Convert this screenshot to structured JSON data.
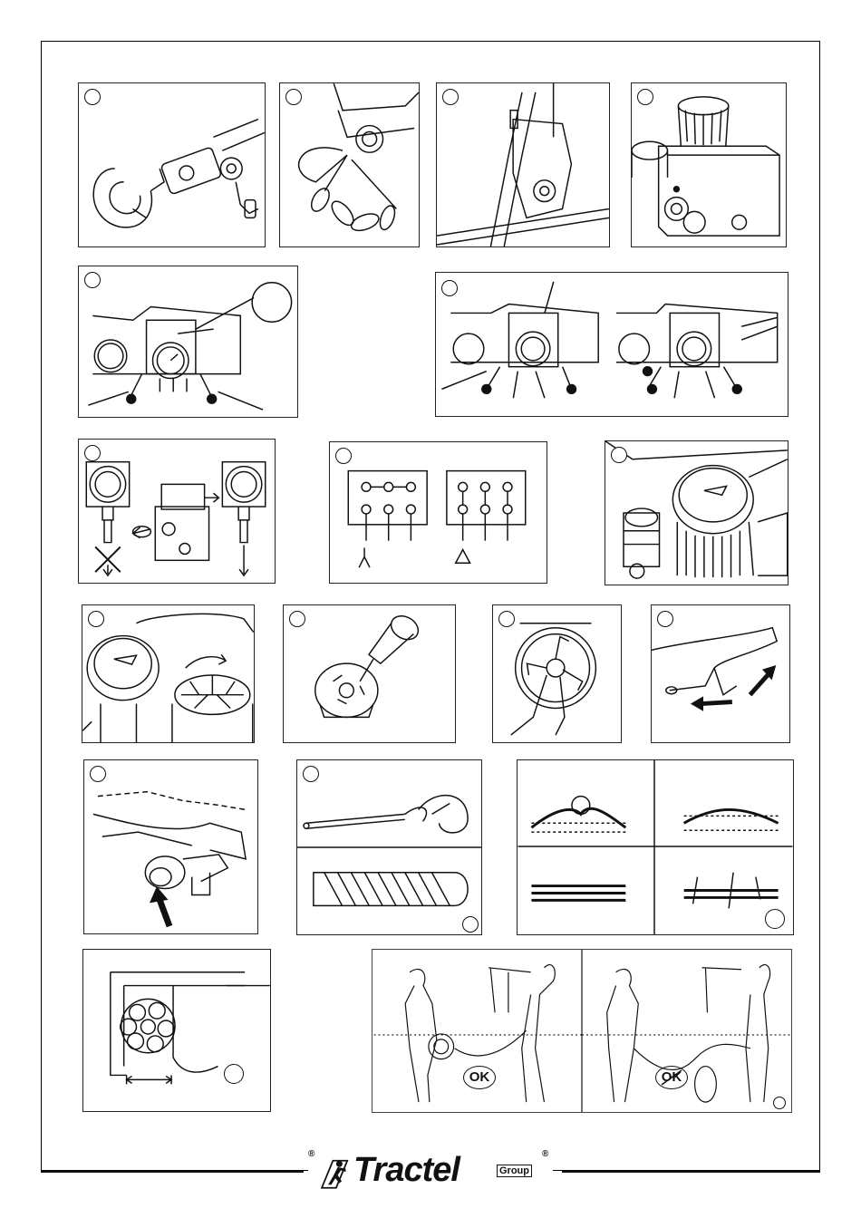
{
  "brand": {
    "name": "Tractel",
    "group": "Group",
    "registered": "®"
  },
  "panels": {
    "ok_left": "OK",
    "ok_right": "OK"
  },
  "icons": {
    "logo": "tractel-climber-logo",
    "step_marker": "circle-marker"
  }
}
